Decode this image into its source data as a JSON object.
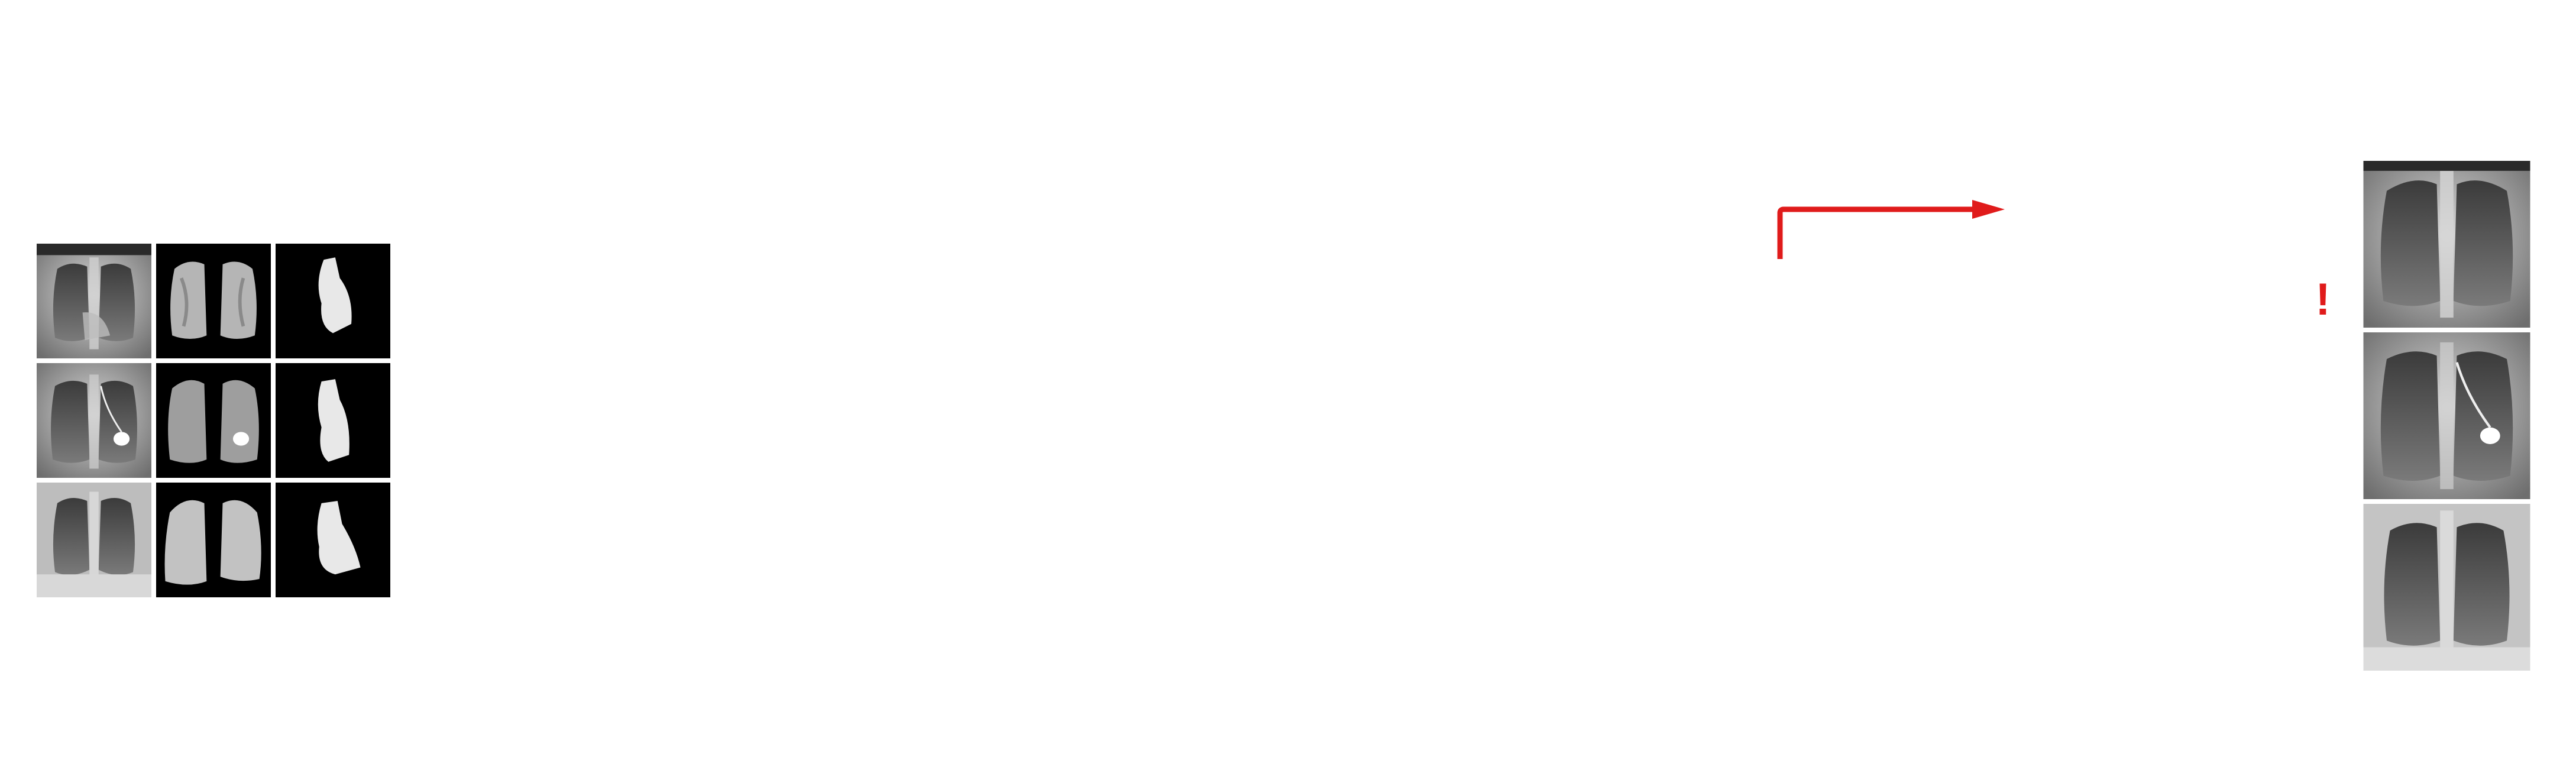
{
  "colors": {
    "background": "#ffffff",
    "accent_red": "#e01b1b",
    "tile_dark": "#000000",
    "xray_light": "#e6e6e6",
    "xray_mid": "#8c8c8c",
    "xray_dark": "#3a3a3a"
  },
  "input_grid": {
    "rows": 3,
    "columns": 3,
    "column_kinds": [
      "chest-xray",
      "lung-mask",
      "heart-mask"
    ]
  },
  "output_column": {
    "count": 3,
    "kind": "chest-xray"
  },
  "annotations": {
    "arrow_icon": "red-elbow-arrow-icon",
    "alert_mark": "!"
  }
}
